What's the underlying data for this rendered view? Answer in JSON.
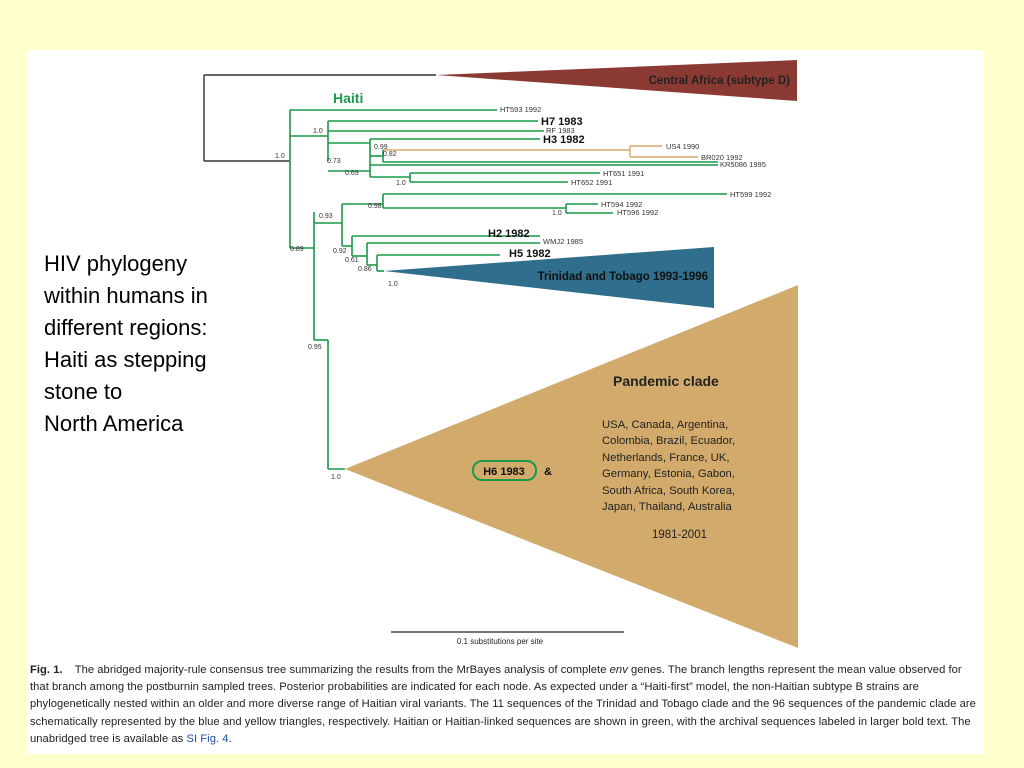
{
  "slide": {
    "background": "#ffffcc",
    "caption_lines": [
      "HIV phylogeny",
      "within humans in",
      "different regions:",
      "Haiti as stepping",
      "stone to",
      "North America"
    ]
  },
  "colors": {
    "haiti_branch": "#1a9a4a",
    "other_branch": "#333333",
    "us_branch": "#d8a868",
    "central_africa_clade": "#8a3a33",
    "trinidad_clade": "#2f6e8c",
    "pandemic_clade": "#d2ab6c"
  },
  "tree": {
    "group_label": "Haiti",
    "clades": {
      "central_africa": "Central Africa (subtype D)",
      "trinidad": "Trinidad and Tobago 1993-1996",
      "pandemic_title": "Pandemic clade",
      "pandemic_countries": [
        "USA, Canada, Argentina,",
        "Colombia, Brazil, Ecuador,",
        "Netherlands, France, UK,",
        "Germany, Estonia, Gabon,",
        "South Africa, South Korea,",
        "Japan, Thailand, Australia"
      ],
      "pandemic_years": "1981-2001",
      "pandemic_archival": "H6 1983",
      "pandemic_amp": "&"
    },
    "taxa": {
      "ht593": "HT593 1992",
      "h7": "H7 1983",
      "rf": "RF 1983",
      "h3": "H3 1982",
      "us4": "US4 1990",
      "br020": "BR020 1992",
      "kr5086": "KR5086 1995",
      "ht651": "HT651 1991",
      "ht652": "HT652 1991",
      "ht599": "HT599 1992",
      "ht594": "HT594 1992",
      "ht596": "HT596 1992",
      "h2": "H2 1982",
      "wmj2": "WMJ2 1985",
      "h5": "H5 1982"
    },
    "posteriors": {
      "root": "1.0",
      "haiti_a": "1.0",
      "h3_clade": "0.99",
      "us4_node": "0.82",
      "mid": "0.73",
      "kr_node": "0.69",
      "ht65_node": "1.0",
      "haiti_b": "0.93",
      "ht599_node": "0.98",
      "ht594_node": "1.0",
      "h2_node": "0.92",
      "h5_node": "0.61",
      "wmj_node": "0.86",
      "trinidad": "1.0",
      "haiti_root": "0.89",
      "lower": "0.95",
      "pandemic": "1.0"
    },
    "scale_bar": "0.1 substitutions per site"
  },
  "figure_caption": {
    "label": "Fig. 1.",
    "part1": "The abridged majority-rule consensus tree summarizing the results from the MrBayes analysis of complete ",
    "env": "env",
    "part2": " genes. The branch lengths represent the mean value observed for that branch among the postburnin sampled trees. Posterior probabilities are indicated for each node. As expected under a “Haiti-first” model, the non-Haitian subtype B strains are phylogenetically nested within an older and more diverse range of Haitian viral variants. The 11 sequences of the Trinidad and Tobago clade and the 96 sequences of the pandemic clade are schematically represented by the blue and yellow triangles, respectively. Haitian or Haitian-linked sequences are shown in green, with the archival sequences labeled in larger bold text. The unabridged tree is available as ",
    "si_link": "SI Fig. 4",
    "end": "."
  }
}
